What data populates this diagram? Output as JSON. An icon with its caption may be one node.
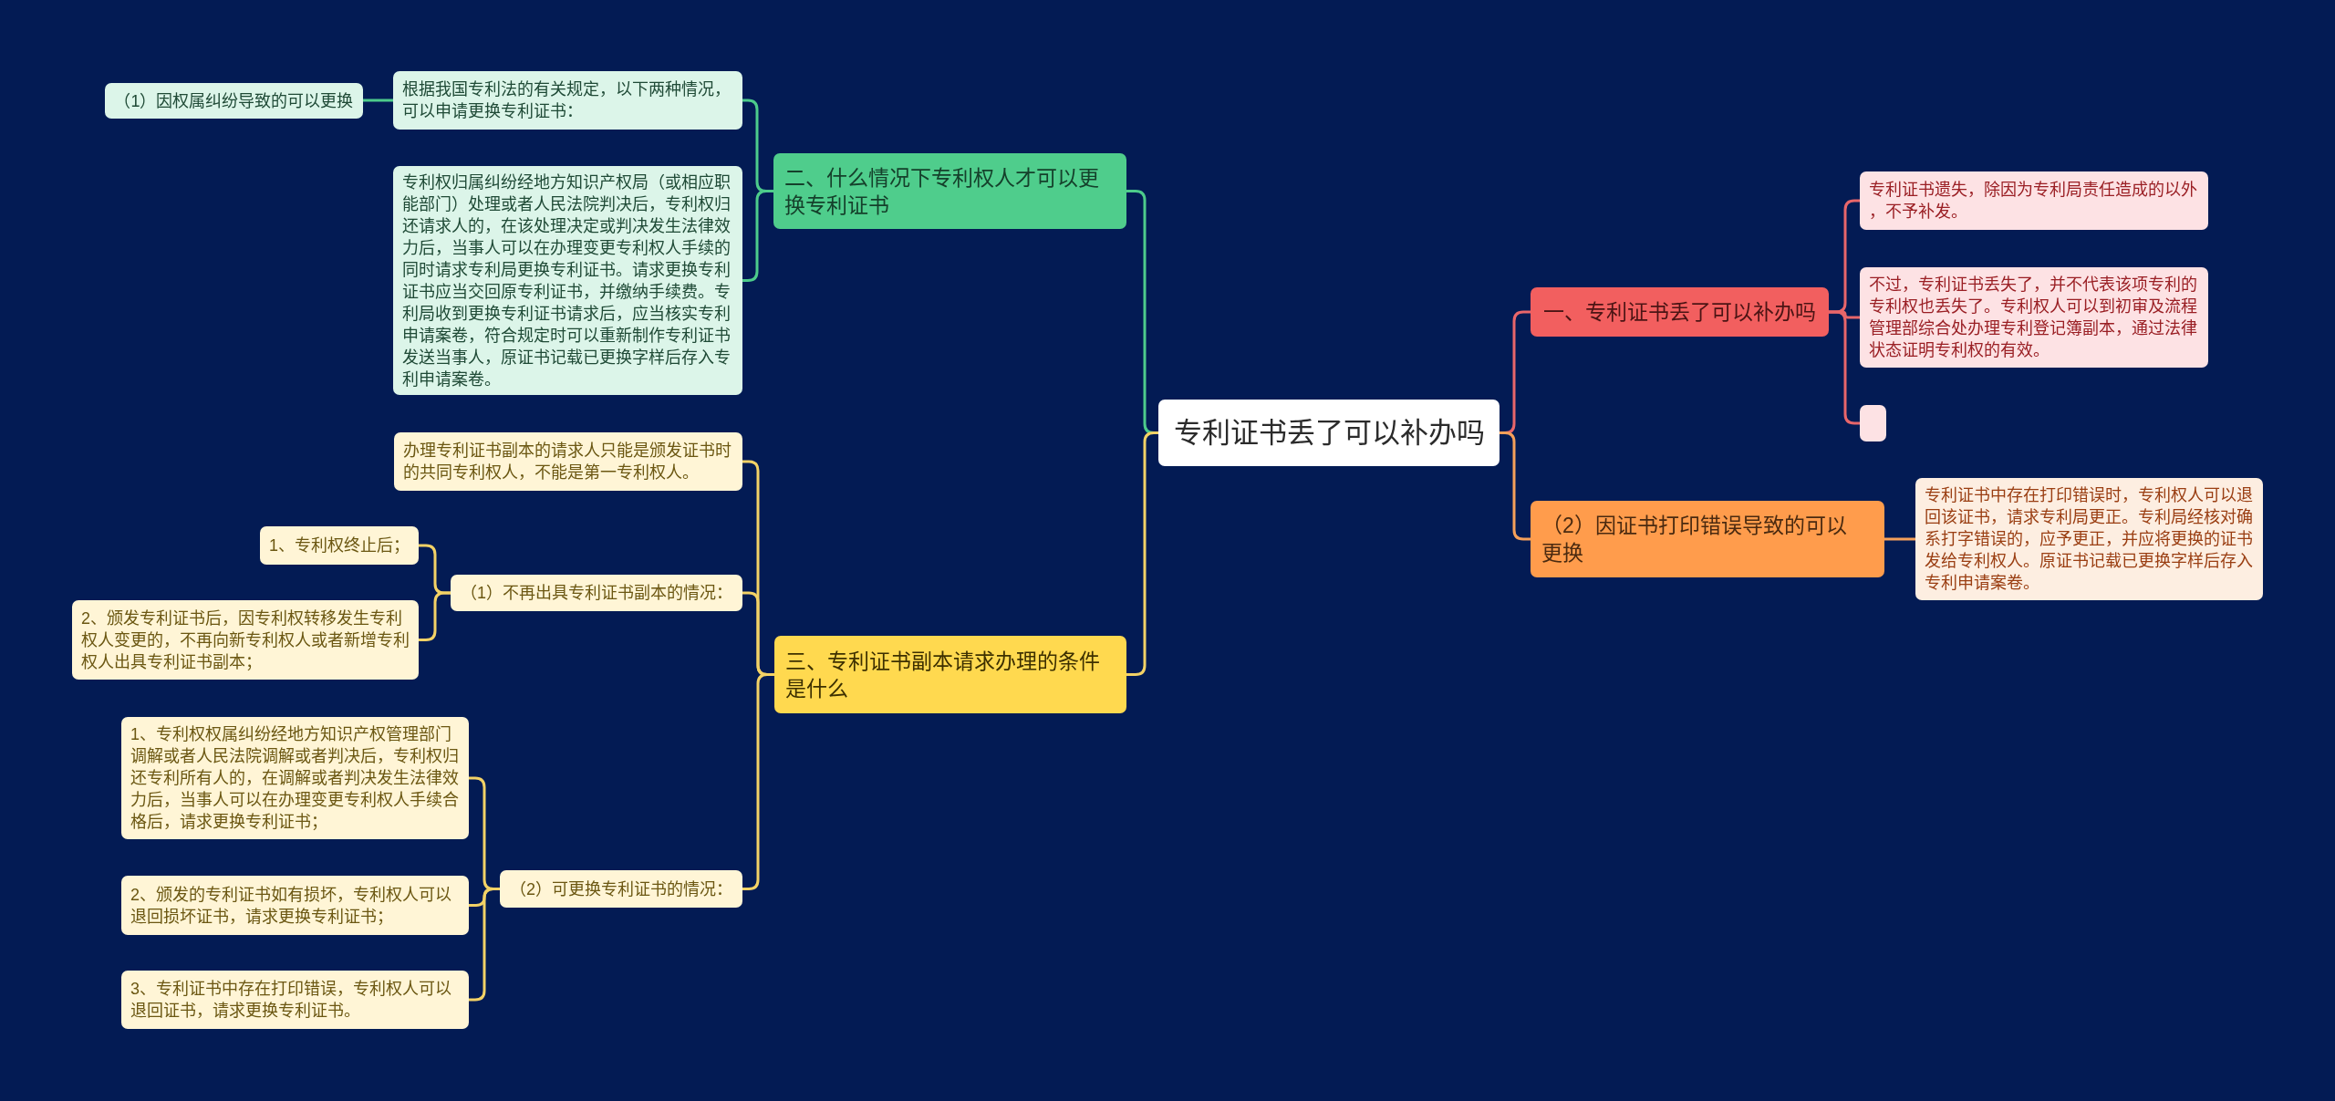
{
  "diagram": {
    "nodes": [
      {
        "text": [
          "专利证书丢了可以补办吗"
        ]
      },
      {
        "text": [
          "二、什么情况下专利权人才可以更换专利证书"
        ]
      },
      {
        "text": [
          "根据我国专利法的有关规定，以下两种情况，可以申请更换专利证书："
        ]
      },
      {
        "text": [
          "（1）因权属纠纷导致的可以更换"
        ]
      },
      {
        "text": [
          "专利权归属纠纷经地方知识产权局（或相应职能部门）处理或者人民法院判决后，专利权归还请求人的，在该处理决定或判决发生法律效力后，当事人可以在办理变更专利权人手续的同时请求专利局更换专利证书。请求更换专利证书应当交回原专利证书，并缴纳手续费。专利局收到更换专利证书请求后，应当核实专利申请案卷，符合规定时可以重新制作专利证书发送当事人，原证书记载已更换字样后存入专利申请案卷。"
        ]
      },
      {
        "text": [
          "三、专利证书副本请求办理的条件是什么"
        ]
      },
      {
        "text": [
          "办理专利证书副本的请求人只能是颁发证书时的共同专利权人，不能是第一专利权人。"
        ]
      },
      {
        "text": [
          "（1）不再出具专利证书副本的情况："
        ]
      },
      {
        "text": [
          "1、专利权终止后；"
        ]
      },
      {
        "text": [
          "2、颁发专利证书后，因专利权转移发生专利权人变更的，不再向新专利权人或者新增专利权人出具专利证书副本；"
        ]
      },
      {
        "text": [
          "（2）可更换专利证书的情况："
        ]
      },
      {
        "text": [
          "1、专利权权属纠纷经地方知识产权管理部门调解或者人民法院调解或者判决后，专利权归还专利所有人的，在调解或者判决发生法律效力后，当事人可以在办理变更专利权人手续合格后，请求更换专利证书；"
        ]
      },
      {
        "text": [
          "2、颁发的专利证书如有损坏，专利权人可以退回损坏证书，请求更换专利证书；"
        ]
      },
      {
        "text": [
          "3、专利证书中存在打印错误，专利权人可以退回证书，请求更换专利证书。"
        ]
      },
      {
        "text": [
          "一、专利证书丢了可以补办吗"
        ]
      },
      {
        "text": [
          "专利证书遗失，除因为专利局责任造成的以外，不予补发。"
        ]
      },
      {
        "text": [
          "不过，专利证书丢失了，并不代表该项专利的专利权也丢失了。专利权人可以到初审及流程管理部综合处办理专利登记簿副本，通过法律状态证明专利权的有效。"
        ]
      },
      {
        "text": [],
        "shape": "box"
      },
      {
        "text": [
          "（2）因证书打印错误导致的可以更换"
        ]
      },
      {
        "text": [
          "专利证书中存在打印错误时，专利权人可以退回该证书，请求专利局更正。专利局经核对确系打字错误的，应予更正，并应将更换的证书发给专利权人。原证书记载已更换字样后存入专利申请案卷。"
        ]
      }
    ],
    "edges": [
      {
        "from": 0,
        "to": 1,
        "arrow": "none",
        "color": "#4dcb8b"
      },
      {
        "from": 1,
        "to": 2,
        "arrow": "none",
        "color": "#4dcb8b"
      },
      {
        "from": 2,
        "to": 3,
        "arrow": "none",
        "color": "#4dcb8b"
      },
      {
        "from": 1,
        "to": 4,
        "arrow": "none",
        "color": "#4dcb8b"
      },
      {
        "from": 0,
        "to": 5,
        "arrow": "none"
      },
      {
        "from": 5,
        "to": 6,
        "arrow": "none"
      },
      {
        "from": 5,
        "to": 7,
        "arrow": "none"
      },
      {
        "from": 7,
        "to": 8,
        "arrow": "none"
      },
      {
        "from": 7,
        "to": 9,
        "arrow": "none"
      },
      {
        "from": 5,
        "to": 10,
        "arrow": "none"
      },
      {
        "from": 10,
        "to": 11,
        "arrow": "none"
      },
      {
        "from": 10,
        "to": 12,
        "arrow": "none"
      },
      {
        "from": 10,
        "to": 13,
        "arrow": "none"
      },
      {
        "from": 0,
        "to": 14,
        "arrow": "none",
        "color": "#e8666a"
      },
      {
        "from": 14,
        "to": 15,
        "arrow": "none",
        "color": "#e8666a"
      },
      {
        "from": 14,
        "to": 16,
        "arrow": "none",
        "color": "#e8666a"
      },
      {
        "from": 14,
        "to": 17,
        "arrow": "none",
        "color": "#e8666a"
      },
      {
        "from": 0,
        "to": 18,
        "arrow": "none",
        "color": "#f5a05a"
      },
      {
        "from": 18,
        "to": 19,
        "arrow": "none",
        "color": "#f5a05a"
      }
    ]
  }
}
